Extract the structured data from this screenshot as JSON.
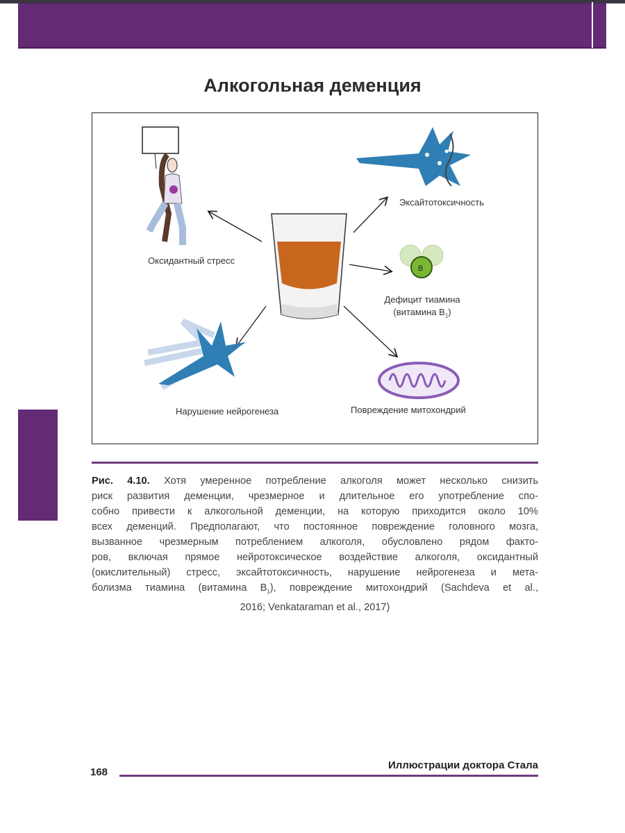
{
  "page_title": "Алкогольная деменция",
  "figure": {
    "labels": {
      "oxidative_stress": "Оксидантный стресс",
      "excitotoxicity": "Эксайтотоксичность",
      "thiamine_deficit_line1": "Дефицит тиамина",
      "thiamine_deficit_line2": "(витамина B",
      "thiamine_sub": "1",
      "thiamine_close": ")",
      "neurogenesis": "Нарушение нейрогенеза",
      "mitochondria": "Повреждение митохондрий",
      "b1_badge": "B"
    },
    "colors": {
      "liquor": "#c8661e",
      "neuron": "#2f7fb5",
      "vitamin": "#7ab833",
      "mitochondrion": "#8a5cb8"
    }
  },
  "caption": {
    "fig_label": "Рис. 4.10.",
    "lines": [
      "Хотя умеренное потребление алкоголя может несколько снизить",
      "риск развития деменции, чрезмерное и длительное его употребление спо-",
      "собно привести к алкогольной деменции, на которую приходится около 10%",
      "всех деменций. Предполагают, что постоянное повреждение головного мозга,",
      "вызванное чрезмерным потреблением алкоголя, обусловлено рядом факто-",
      "ров, включая прямое нейротоксическое воздействие алкоголя, оксидантный",
      "(окислительный) стресс, эксайтотоксичность, нарушение нейрогенеза и мета-"
    ],
    "line8_a": "болизма тиамина (витамина B",
    "line8_sub": "1",
    "line8_b": "), повреждение митохондрий (Sachdeva et al.,",
    "last_line": "2016; Venkataraman et al., 2017)"
  },
  "footer": {
    "page_number": "168",
    "book_title": "Иллюстрации доктора Стала"
  }
}
